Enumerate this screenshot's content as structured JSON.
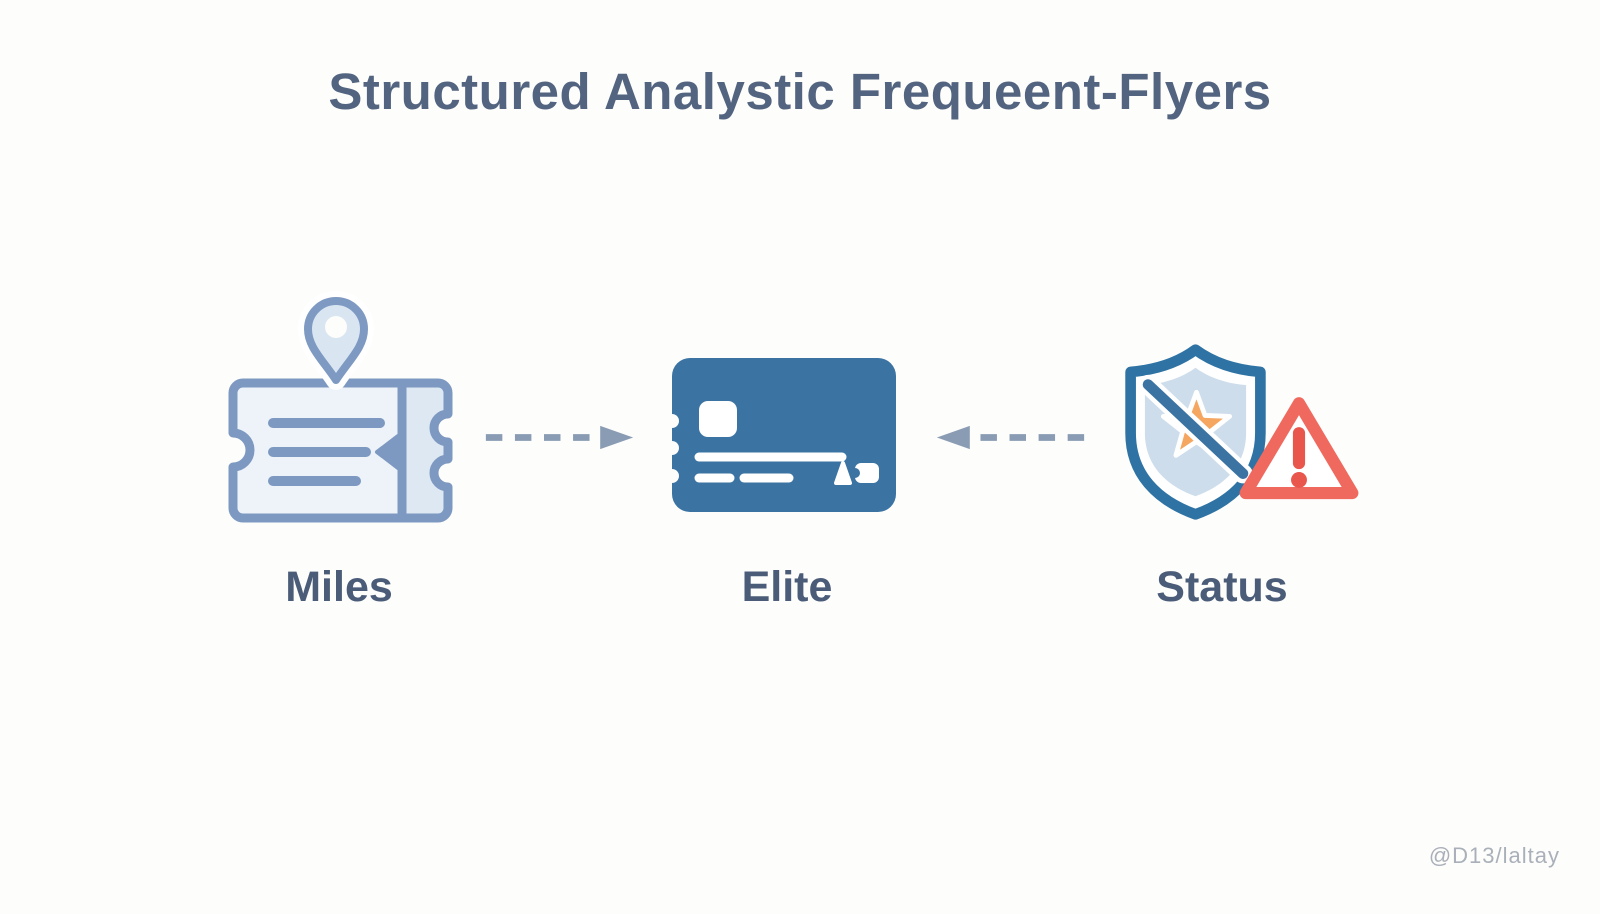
{
  "title": "Structured Analystic Frequeent-Flyers",
  "watermark": "@D13/laltay",
  "nodes": [
    {
      "id": "miles",
      "label": "Miles",
      "icon": "ticket-location-pin-icon"
    },
    {
      "id": "elite",
      "label": "Elite",
      "icon": "credit-card-icon"
    },
    {
      "id": "status",
      "label": "Status",
      "icon": "shield-star-slash-icon + warning-triangle-icon"
    }
  ],
  "connectors": [
    {
      "from": "miles",
      "to": "elite",
      "style": "dashed-arrow",
      "direction": "right"
    },
    {
      "from": "status",
      "to": "elite",
      "style": "dashed-arrow",
      "direction": "left"
    }
  ],
  "colors": {
    "background": "#fdfdfb",
    "title_text": "#536480",
    "label_text": "#4b5c79",
    "ticket_stroke": "#7d99c1",
    "ticket_fill": "#eef3f9",
    "ticket_stub_fill": "#dde8f3",
    "pin_fill": "#d9e6f2",
    "card_fill": "#3b73a2",
    "shield_stroke": "#2f73a4",
    "shield_inner_fill": "#cdddec",
    "star_fill": "#f5a660",
    "slash_stroke": "#3b73a2",
    "warning_stroke": "#f0695e",
    "warning_mark": "#e8564c",
    "arrow": "#8a9cb3",
    "watermark_text": "#aab0ba"
  }
}
